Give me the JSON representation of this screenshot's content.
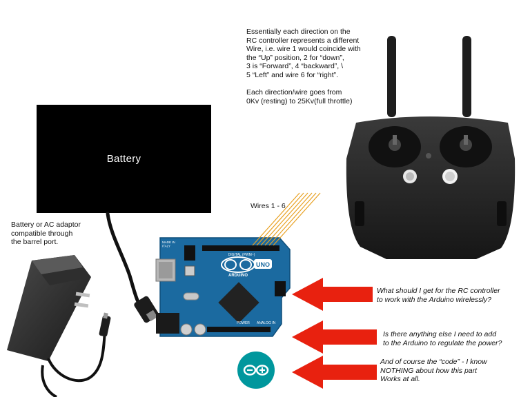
{
  "battery": {
    "label": "Battery"
  },
  "controller_note": "Essentially each direction on the\nRC controller represents a different\nWire, i.e. wire 1 would coincide with\nthe “Up” position, 2 for “down”,\n3 is “Forward”, 4 “backward”, \\\n5 “Left” and wire 6 for “right”.\n\nEach direction/wire goes from\n0Kv (resting) to 25Kv(full throttle)",
  "adaptor_note": "Battery or AC adaptor\ncompatible through\nthe barrel port.",
  "wires_label": "Wires 1 - 6",
  "questions": [
    "What should I get for the RC controller\nto work with the Arduino wirelessly?",
    "Is there anything else I need to add\nto the Arduino to regulate the power?",
    "And of course the “code” - I know\nNOTHING about how this part\nWorks at all."
  ],
  "board": {
    "made_in": "MADE IN\nITALY",
    "brand": "ARDUINO",
    "model": "UNO",
    "digital": "DIGITAL (PWM~)",
    "power": "POWER",
    "analog": "ANALOG IN"
  },
  "colors": {
    "arrow": "#e8210f",
    "wire": "#e8a020",
    "board": "#1b6aa0",
    "arduino_logo": "#00979d"
  }
}
